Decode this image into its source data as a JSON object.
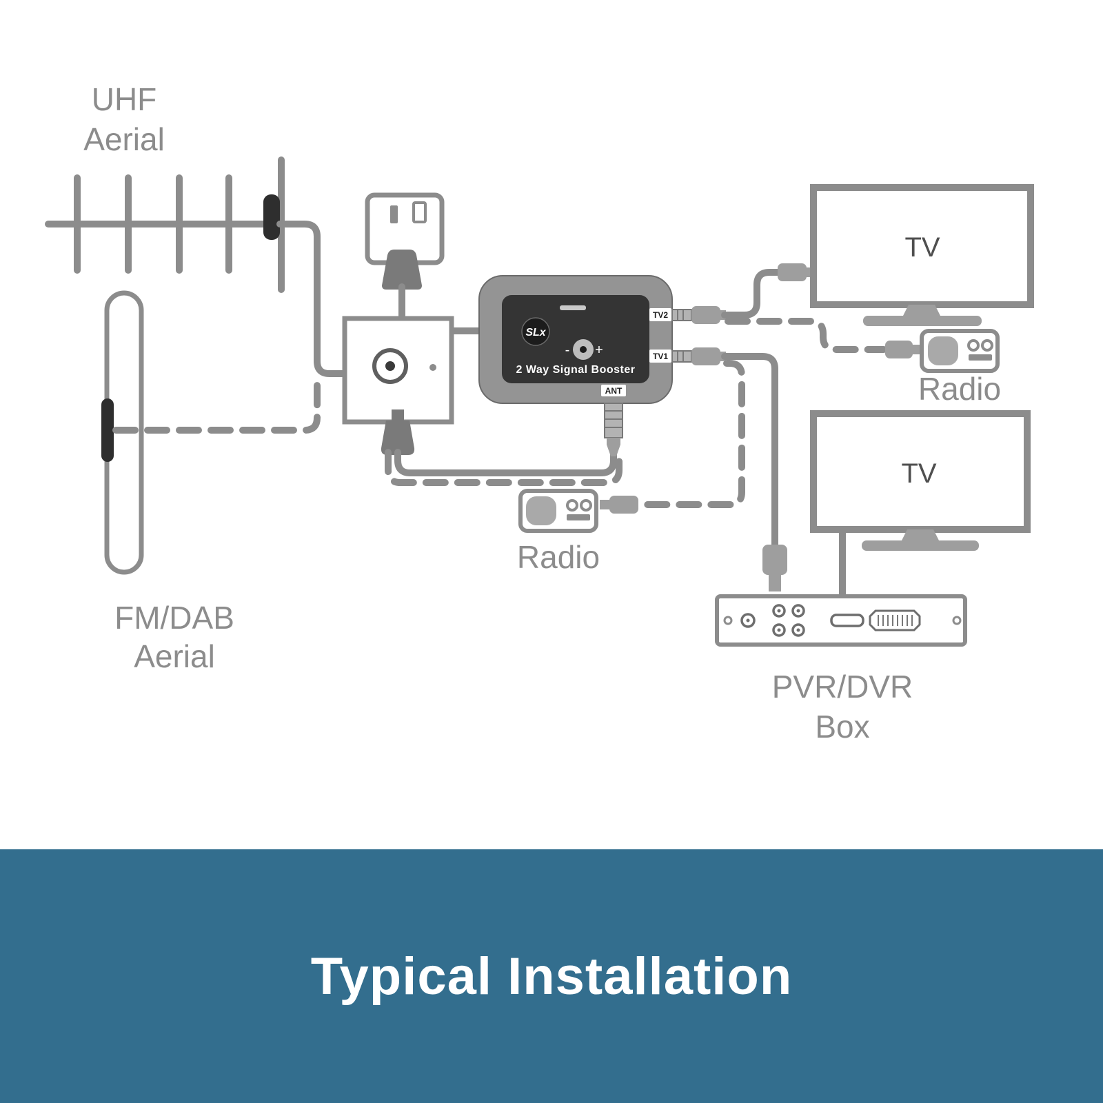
{
  "banner": {
    "title": "Typical Installation",
    "background": "#336e8e",
    "text_color": "#ffffff"
  },
  "labels": {
    "uhf_aerial": {
      "line1": "UHF",
      "line2": "Aerial"
    },
    "fm_dab_aerial": {
      "line1": "FM/DAB",
      "line2": "Aerial"
    },
    "tv_top": "TV",
    "tv_bottom": "TV",
    "radio_right": "Radio",
    "radio_center": "Radio",
    "pvr_box": {
      "line1": "PVR/DVR",
      "line2": "Box"
    }
  },
  "booster": {
    "brand": "SLx",
    "product_name": "2 Way Signal Booster",
    "ports": {
      "tv2": "TV2",
      "tv1": "TV1",
      "ant": "ANT"
    },
    "gain_minus": "-",
    "gain_plus": "+"
  },
  "colors": {
    "diagram_gray": "#8c8c8c",
    "dark_accent": "#2e2e2e",
    "booster_body": "#949494",
    "booster_panel": "#343434",
    "banner_blue": "#336e8e",
    "background": "#ffffff"
  }
}
